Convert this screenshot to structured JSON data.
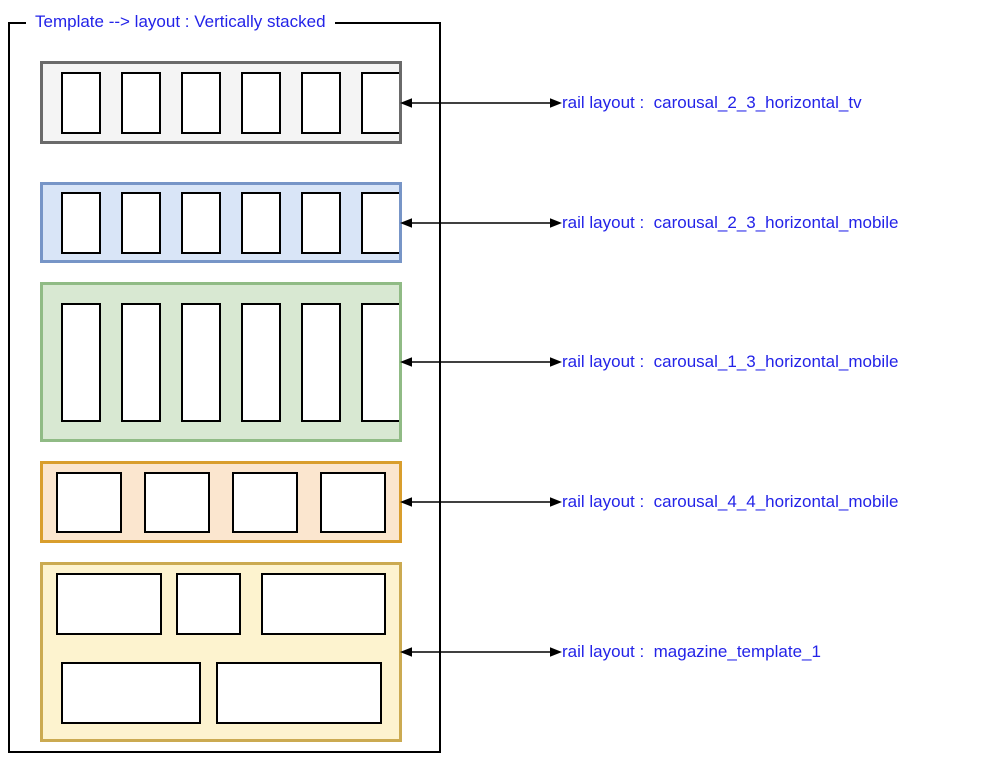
{
  "diagram": {
    "title": "Template --> layout : Vertically stacked",
    "accent_text_color": "#2323e8",
    "line_color": "#000000",
    "rails": [
      {
        "id": "carousal_2_3_horizontal_tv",
        "label": "rail layout :  carousal_2_3_horizontal_tv",
        "item_count": 6,
        "item_shape": "portrait_2_3",
        "fill": "#f4f4f4",
        "border": "#6a6a6a"
      },
      {
        "id": "carousal_2_3_horizontal_mobile",
        "label": "rail layout :  carousal_2_3_horizontal_mobile",
        "item_count": 6,
        "item_shape": "portrait_2_3",
        "fill": "#d9e5f7",
        "border": "#7795c7"
      },
      {
        "id": "carousal_1_3_horizontal_mobile",
        "label": "rail layout :  carousal_1_3_horizontal_mobile",
        "item_count": 6,
        "item_shape": "portrait_1_3",
        "fill": "#d8e8d2",
        "border": "#90bb85"
      },
      {
        "id": "carousal_4_4_horizontal_mobile",
        "label": "rail layout :  carousal_4_4_horizontal_mobile",
        "item_count": 4,
        "item_shape": "square_4_4",
        "fill": "#fbe6cf",
        "border": "#d99e2d"
      },
      {
        "id": "magazine_template_1",
        "label": "rail layout :  magazine_template_1",
        "item_count": 5,
        "item_shape": "magazine",
        "rows": [
          3,
          2
        ],
        "fill": "#fdf3cf",
        "border": "#cbaa51"
      }
    ]
  }
}
